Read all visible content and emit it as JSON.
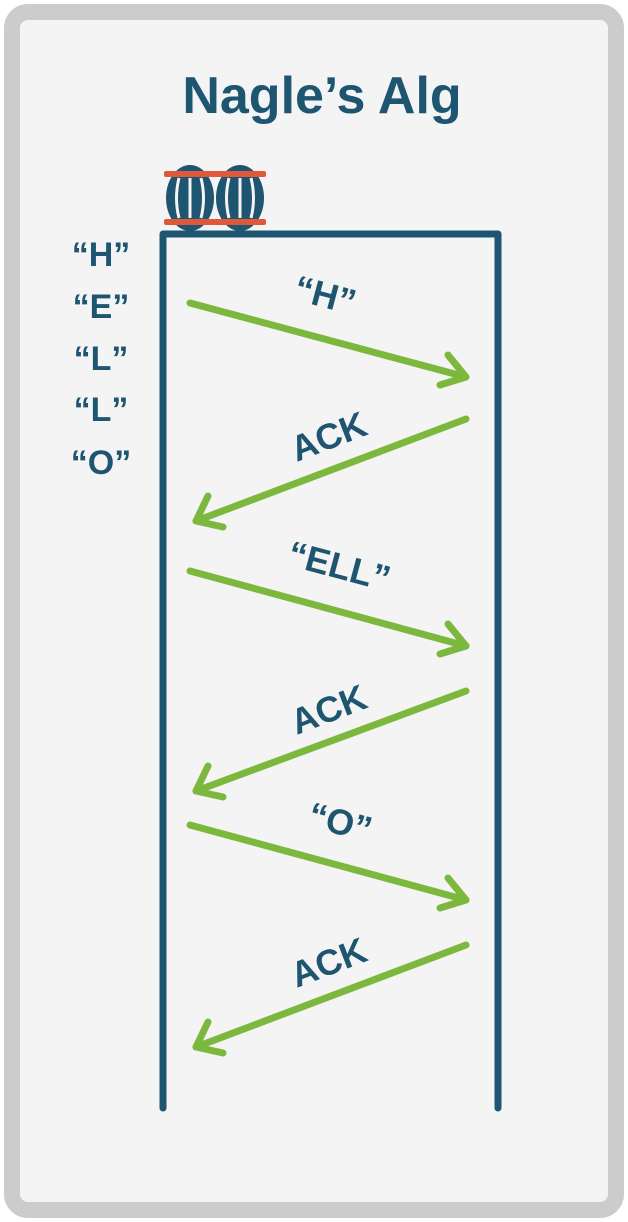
{
  "title": "Nagle’s Alg",
  "queue": [
    "“H”",
    "“E”",
    "“L”",
    "“L”",
    "“O”"
  ],
  "messages": [
    {
      "label": "“H”",
      "direction": "right"
    },
    {
      "label": "ACK",
      "direction": "left"
    },
    {
      "label": "“ELL”",
      "direction": "right"
    },
    {
      "label": "ACK",
      "direction": "left"
    },
    {
      "label": "“O”",
      "direction": "right"
    },
    {
      "label": "ACK",
      "direction": "left"
    }
  ],
  "colors": {
    "border": "#cccccc",
    "background": "#f4f4f4",
    "primary": "#1e5570",
    "arrow": "#7cb83e",
    "barrel_band": "#e0583a"
  },
  "icons": [
    "barrel-icon",
    "barrel-icon"
  ]
}
